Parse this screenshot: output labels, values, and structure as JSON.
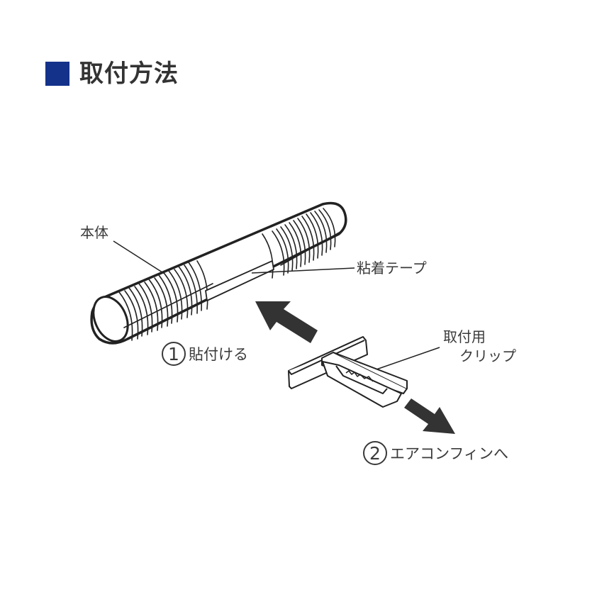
{
  "header": {
    "title": "取付方法",
    "accent_color": "#14328a"
  },
  "labels": {
    "body": "本体",
    "adhesive_tape": "粘着テープ",
    "clip_line1": "取付用",
    "clip_line2": "クリップ"
  },
  "steps": [
    {
      "number": "1",
      "text": "貼付ける"
    },
    {
      "number": "2",
      "text": "エアコンフィンへ"
    }
  ],
  "colors": {
    "line": "#222222",
    "arrow": "#333333",
    "text": "#3a3a3a"
  }
}
